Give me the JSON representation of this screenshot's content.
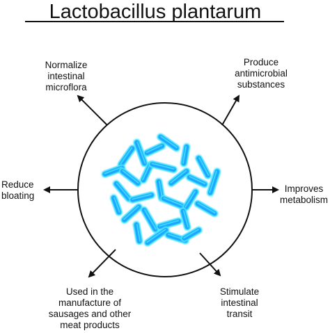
{
  "title": "Lactobacillus plantarum",
  "effects": {
    "top_left": "Normalize\nintestinal\nmicroflora",
    "top_right": "Produce\nantimicrobial\nsubstances",
    "left": "Reduce\nbloating",
    "right": "Improves\nmetabolism",
    "bottom_left": "Used in the\nmanufacture of\nsausages and other\nmeat products",
    "bottom_right": "Stimulate\nintestinal\ntransit"
  },
  "colors": {
    "bacteria_fill": "#1aa6ff",
    "bacteria_glow": "#46e6ff",
    "line": "#111111"
  }
}
